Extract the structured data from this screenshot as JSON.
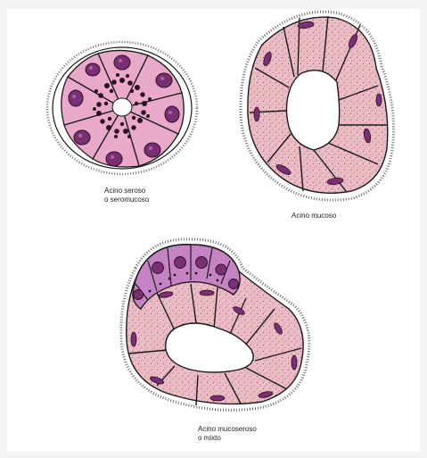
{
  "captions": {
    "serous_line1": "Acino seroso",
    "serous_line2": "o seromucoso",
    "mucous": "Acino mucoso",
    "mixed_line1": "Acino mucoseroso",
    "mixed_line2": "o mixto"
  },
  "colors": {
    "serous_cell": "#e9a9c9",
    "mucous_cell": "#ecbcc5",
    "demilune_cell": "#c987c9",
    "nucleus": "#7a2f73",
    "outline": "#1a1a1a",
    "lumen": "#ffffff",
    "background": "#ffffff"
  }
}
